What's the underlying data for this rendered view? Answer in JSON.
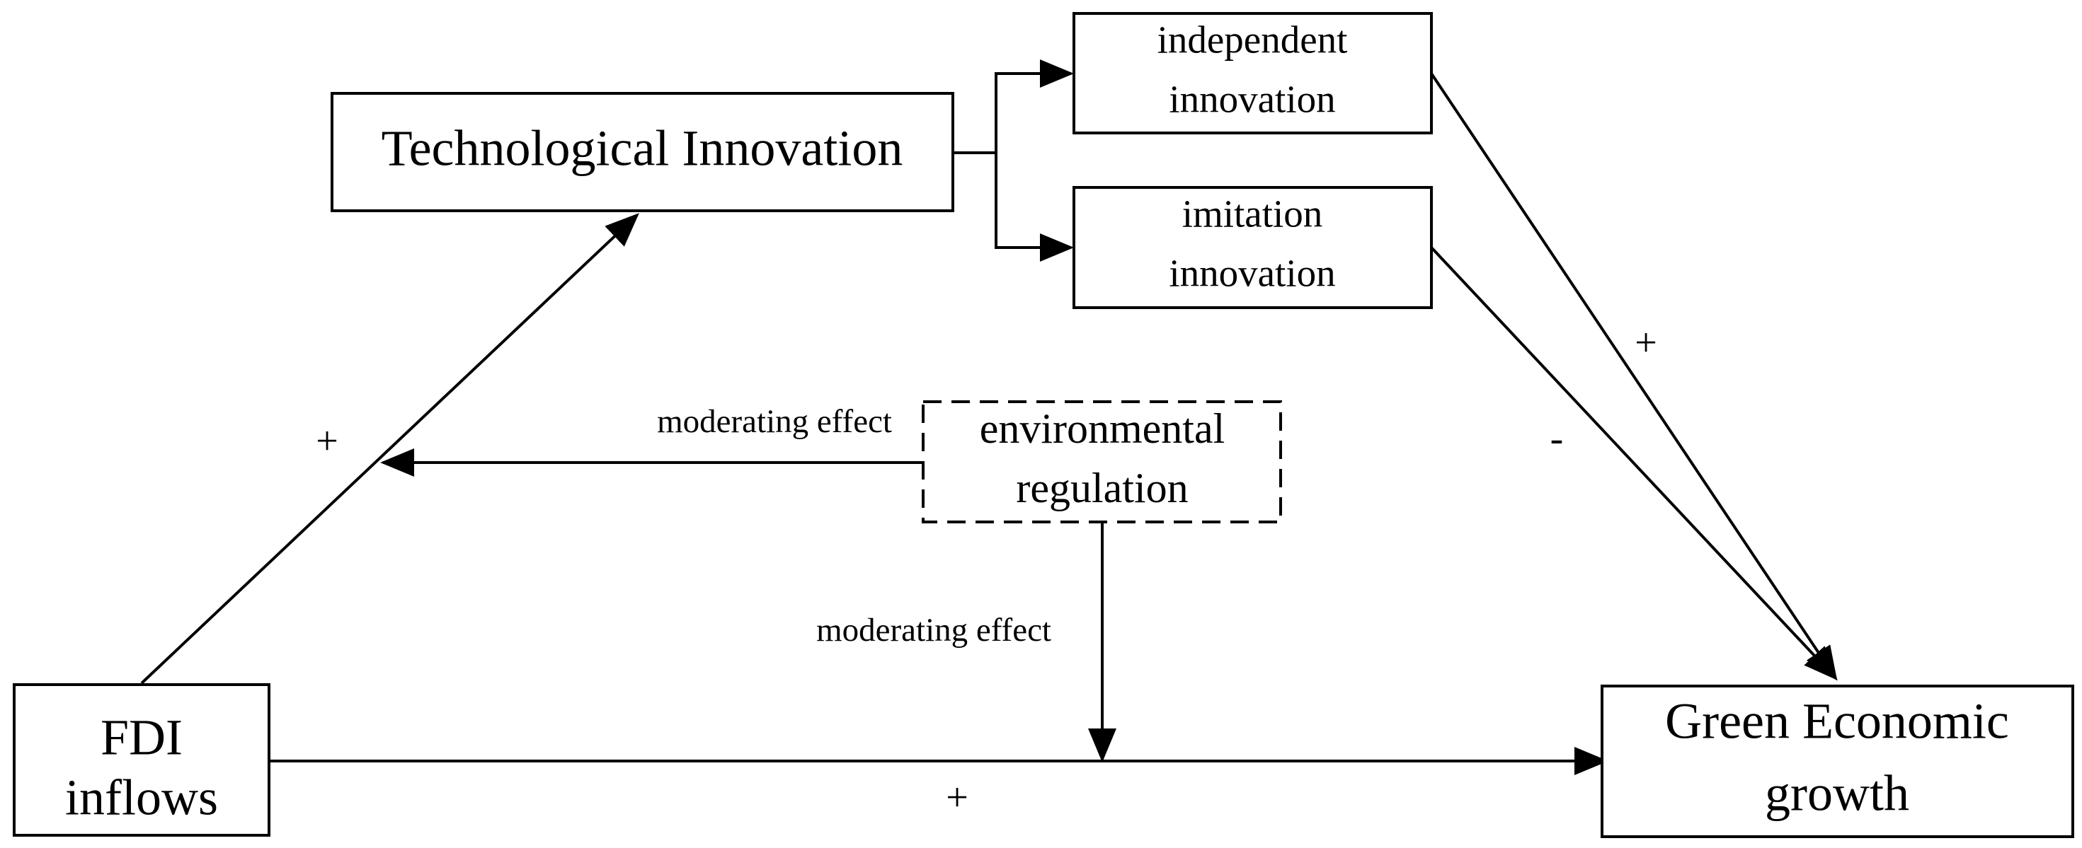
{
  "nodes": {
    "fdi": {
      "line1": "FDI",
      "line2": "inflows"
    },
    "technological_innovation": {
      "label": "Technological Innovation"
    },
    "independent_innovation": {
      "line1": "independent",
      "line2": "innovation"
    },
    "imitation_innovation": {
      "line1": "imitation",
      "line2": "innovation"
    },
    "environmental_regulation": {
      "line1": "environmental",
      "line2": "regulation"
    },
    "green_growth": {
      "line1": "Green Economic",
      "line2": "growth"
    }
  },
  "edges": {
    "fdi_to_tech": {
      "sign": "+"
    },
    "fdi_to_green": {
      "sign": "+"
    },
    "independent_to_green": {
      "sign": "+"
    },
    "imitation_to_green": {
      "sign": "-"
    },
    "regulation_to_fdi_tech": {
      "label": "moderating effect"
    },
    "regulation_to_fdi_green": {
      "label": "moderating effect"
    }
  },
  "style": {
    "stroke_color": "#000000",
    "background": "#ffffff"
  }
}
